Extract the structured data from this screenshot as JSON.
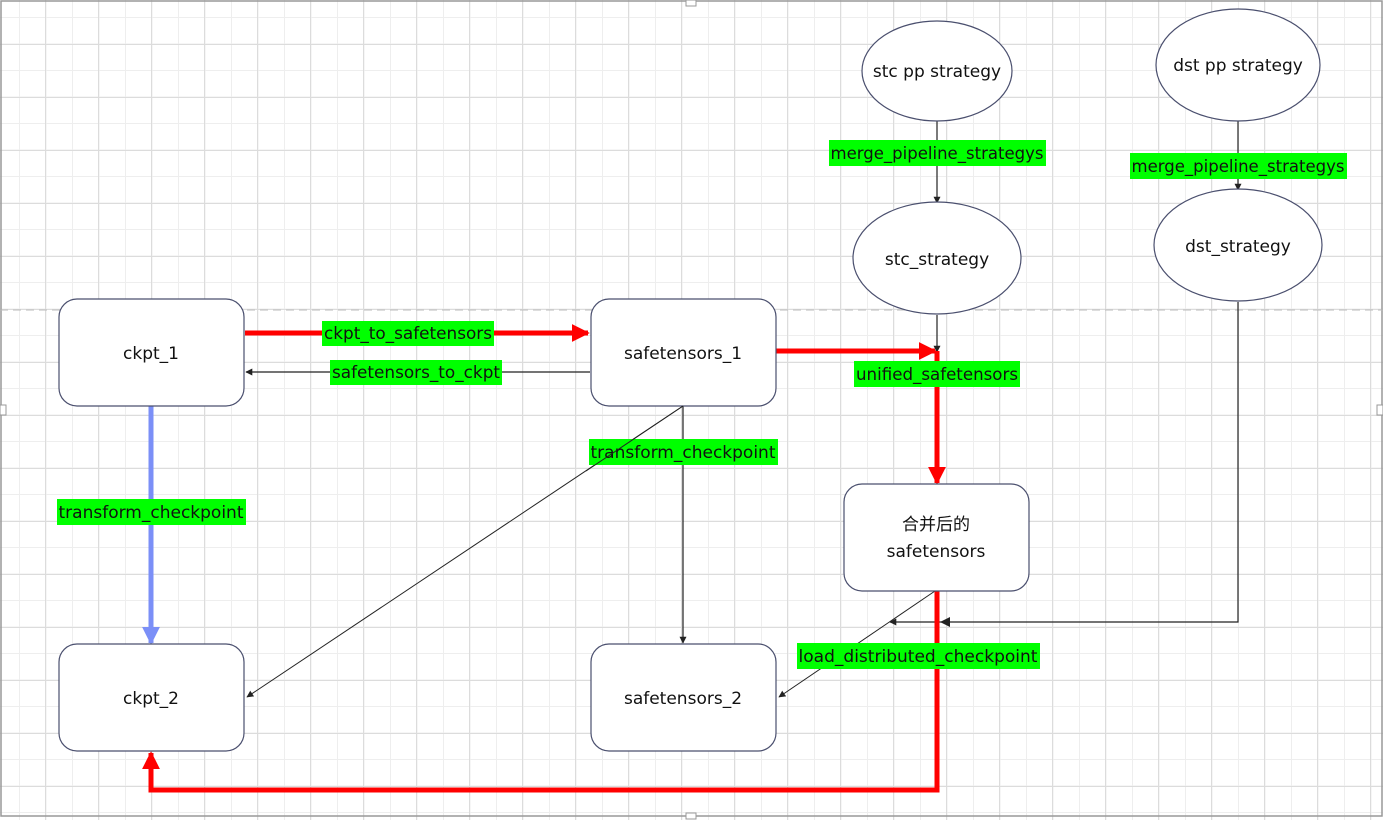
{
  "diagram": {
    "nodes": {
      "ckpt_1": "ckpt_1",
      "ckpt_2": "ckpt_2",
      "safetensors_1": "safetensors_1",
      "safetensors_2": "safetensors_2",
      "merged_line1": "合并后的",
      "merged_line2": "safetensors",
      "stc_pp_strategy": "stc pp strategy",
      "dst_pp_strategy": "dst pp strategy",
      "stc_strategy": "stc_strategy",
      "dst_strategy": "dst_strategy"
    },
    "edges": {
      "ckpt_to_safetensors": "ckpt_to_safetensors",
      "safetensors_to_ckpt": "safetensors_to_ckpt",
      "unified_safetensors": "unified_safetensors",
      "transform_checkpoint_left": "transform_checkpoint",
      "transform_checkpoint_center": "transform_checkpoint",
      "merge_pipeline_strategys_stc": "merge_pipeline_strategys",
      "merge_pipeline_strategys_dst": "merge_pipeline_strategys",
      "load_distributed_checkpoint": "load_distributed_checkpoint"
    },
    "colors": {
      "label_bg": "#00ff00",
      "highlight_path": "#ff0000",
      "alt_path": "#7b8ff7",
      "edge": "#222222",
      "node_border": "#4a4f6e"
    }
  }
}
